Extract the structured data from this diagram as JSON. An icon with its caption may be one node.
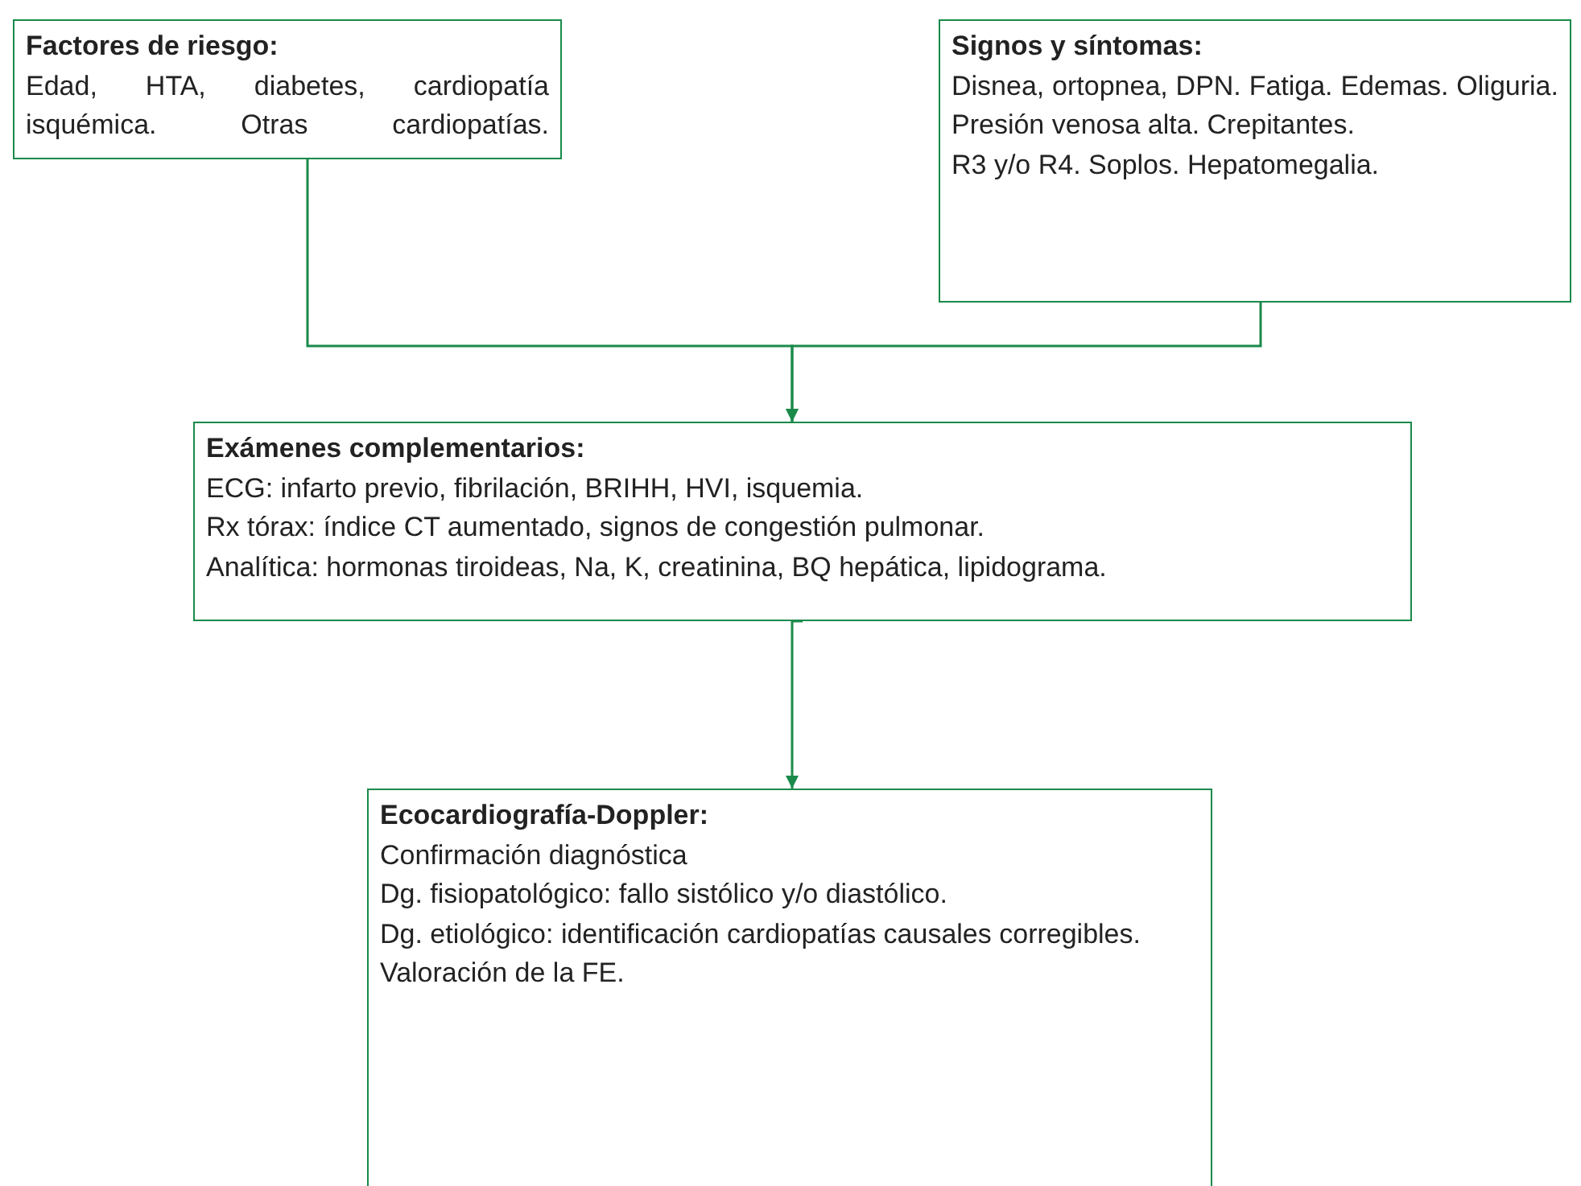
{
  "diagram": {
    "nodes": [
      {
        "text": [
          "Factores de riesgo:",
          "Edad, HTA, diabetes, cardiopatía isquémica. Otras cardiopatías."
        ]
      },
      {
        "text": [
          "Signos y síntomas:",
          "Disnea, ortopnea, DPN. Fatiga. Edemas. Oliguria. Presión venosa alta. Crepitantes.",
          "R3 y/o R4. Soplos. Hepatomegalia."
        ]
      },
      {
        "text": [
          "Exámenes complementarios:",
          "ECG: infarto previo, fibrilación, BRIHH, HVI, isquemia.",
          "Rx tórax: índice CT aumentado, signos de congestión pulmonar.",
          "Analítica: hormonas tiroideas, Na, K, creatinina, BQ hepática, lipidograma."
        ]
      },
      {
        "text": [
          "Ecocardiografía-Doppler:",
          "Confirmación diagnóstica",
          "Dg. fisiopatológico: fallo sistólico y/o diastólico.",
          "Dg. etiológico: identificación cardiopatías causales corregibles.",
          "Valoración de la FE."
        ]
      }
    ],
    "edges": [
      {
        "from": 0,
        "to": 2,
        "arrow": "to"
      },
      {
        "from": 1,
        "to": 2,
        "arrow": "to"
      },
      {
        "from": 2,
        "to": 3,
        "arrow": "to"
      }
    ]
  }
}
